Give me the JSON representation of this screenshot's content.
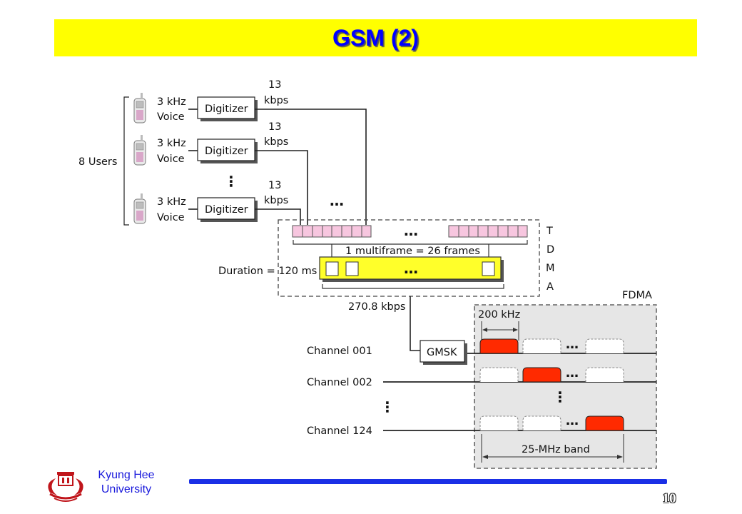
{
  "slide": {
    "title": "GSM (2)",
    "university": "Kyung Hee University",
    "page_number": "10"
  },
  "colors": {
    "title_bar": "#ffff00",
    "title_text": "#0000ff",
    "multiframe_bar": "#ffff2a",
    "slot_fill": "#f7c6df",
    "active_channel": "#ff2a00",
    "fdma_panel": "#e6e6e6",
    "footer_line": "#1a2fe6",
    "logo": "#c0151b"
  },
  "diagram": {
    "users_label": "8 Users",
    "users": [
      {
        "freq": "3 kHz",
        "type": "Voice",
        "digitizer": "Digitizer",
        "rate_value": "13",
        "rate_unit": "kbps"
      },
      {
        "freq": "3 kHz",
        "type": "Voice",
        "digitizer": "Digitizer",
        "rate_value": "13",
        "rate_unit": "kbps"
      },
      {
        "freq": "3 kHz",
        "type": "Voice",
        "digitizer": "Digitizer",
        "rate_value": "13",
        "rate_unit": "kbps"
      }
    ],
    "ellipsis": "…",
    "vertical_ellipsis": "⋮",
    "multiframe_label": "1 multiframe = 26 frames",
    "duration_label": "Duration = 120 ms",
    "tdma_letters": [
      "T",
      "D",
      "M",
      "A"
    ],
    "bit_rate": "270.8 kbps",
    "modulator": "GMSK",
    "fdma_label": "FDMA",
    "bandwidth_label": "200 kHz",
    "band_label": "25-MHz band",
    "channels": [
      {
        "label": "Channel 001",
        "active_slot": 1
      },
      {
        "label": "Channel 002",
        "active_slot": 2
      },
      {
        "label": "Channel 124",
        "active_slot": 3
      }
    ]
  }
}
